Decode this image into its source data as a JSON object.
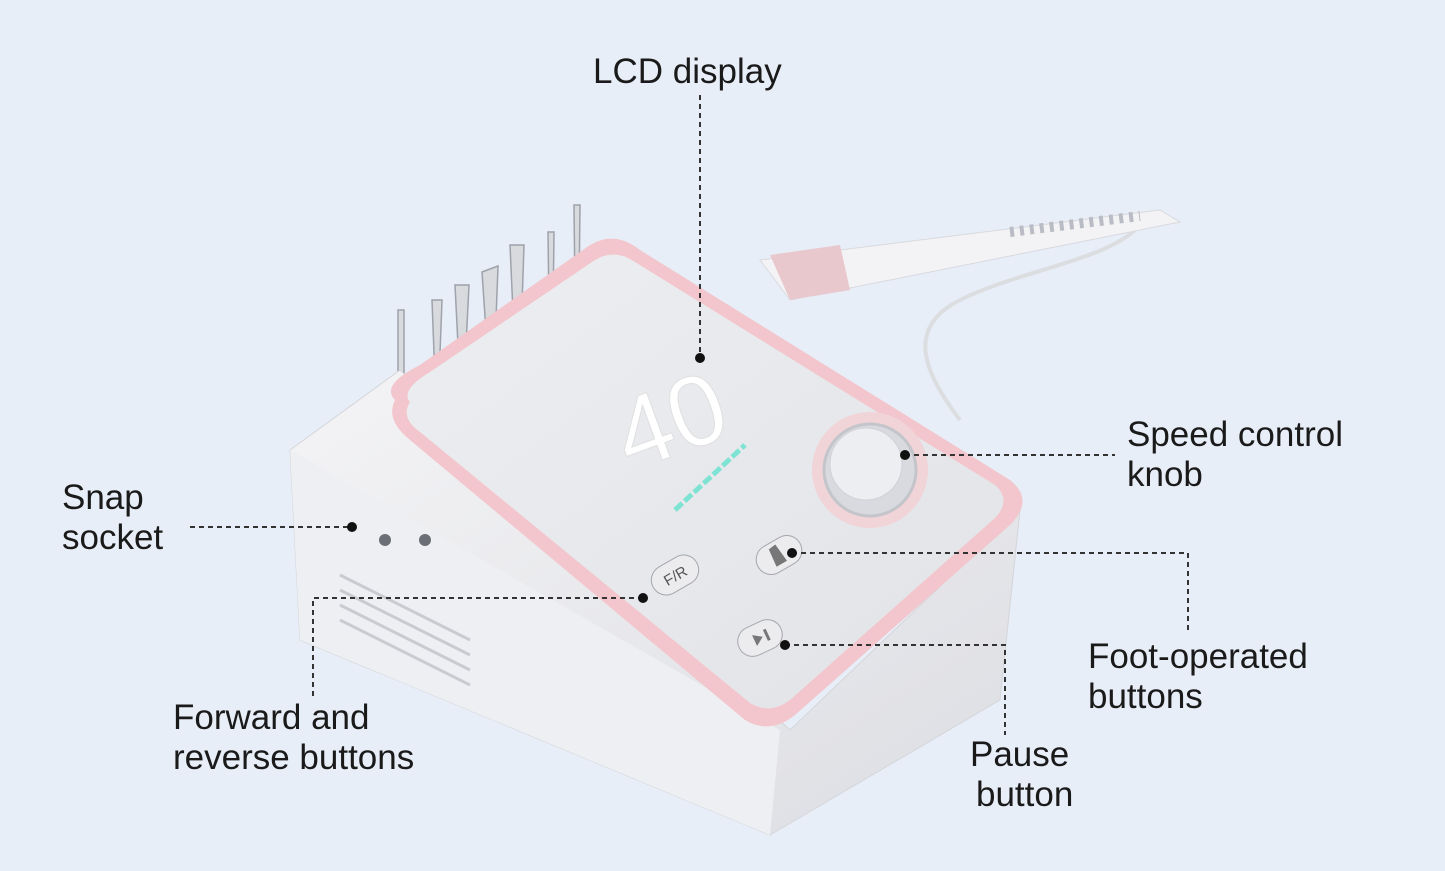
{
  "callouts": {
    "lcd_display": "LCD display",
    "speed_knob": [
      "Speed control",
      "knob"
    ],
    "snap_socket": [
      "Snap",
      "socket"
    ],
    "foot_buttons": [
      "Foot-operated",
      "buttons"
    ],
    "pause_button": [
      "Pause",
      "button"
    ],
    "forward_reverse": [
      "Forward and",
      "reverse buttons"
    ]
  },
  "device": {
    "display_value": "40",
    "fr_button_label": "F/R",
    "accent_color": "#f2c6cc",
    "display_bar_color": "#7fe3d3"
  }
}
